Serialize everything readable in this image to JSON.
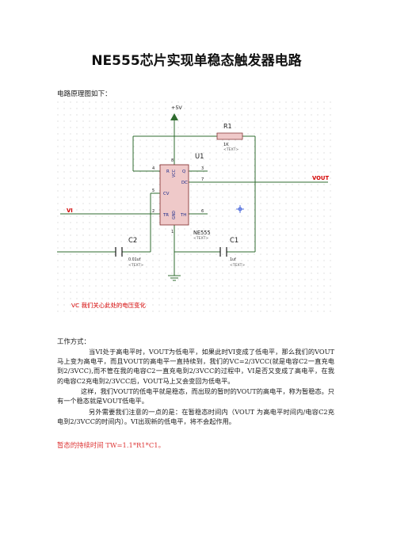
{
  "document": {
    "title": "NE555芯片实现单稳态触发器电路",
    "intro": "电路原理图如下：",
    "section_heading": "工作方式：",
    "paragraphs": [
      "当VI处于高电平时，VOUT为低电平，如果此时VI变成了低电平，那么我们的VOUT马上变为高电平，而且VOUT的高电平一直持续到，我们的VC=2/3VCC(就是电容C2一直充电到2/3VCC),而不管在我的电容C2一直充电到2/3VCC的过程中，VI是否又变成了高电平，在我的电容C2充电到2/3VCC后，VOUT马上又会变回为低电平。",
      "这样，我们VOUT的低电平就是稳态，而出现的暂时的VOUT的高电平，称为暂稳态。只有一个稳态就是VOUT低电平。",
      "另外需要我们注意的一点的是：在暂稳态时间内（VOUT 为高电平时间内/电容C2充电到2/3VCC的时间内）。VI出现新的低电平，将不会起作用。"
    ],
    "formula": "暂态的持续时间 TW=1.1*R1*C1。"
  },
  "schematic": {
    "supply_label": "+5V",
    "resistor": {
      "ref": "R1",
      "value": "1K",
      "text": "<TEXT>"
    },
    "chip": {
      "ref": "U1",
      "part": "NE555",
      "text": "<TEXT>",
      "pins": {
        "r": "R",
        "vcc": "VCC",
        "q": "Q",
        "dc": "DC",
        "cv": "CV",
        "tr": "TR",
        "th": "TH",
        "gnd": "GND"
      },
      "pin_numbers": {
        "r": "4",
        "vcc": "8",
        "q": "3",
        "dc": "7",
        "cv": "5",
        "tr": "2",
        "th": "6",
        "gnd": "1"
      }
    },
    "c2": {
      "ref": "C2",
      "value": "0.01uf",
      "text": "<TEXT>"
    },
    "c1": {
      "ref": "C1",
      "value": "1uf",
      "text": "<TEXT>"
    },
    "vout_label": "VOUT",
    "vi_label": "VI",
    "note": "VC  我们关心此处的电压变化"
  },
  "colors": {
    "wire": "#2f6b2f",
    "chip_fill": "#efc9c9",
    "chip_border": "#8a3a3a",
    "pin_text": "#1b2a8a",
    "label_red": "#d40000",
    "grid_dot": "#b5b5b5",
    "formula": "#dd3333"
  }
}
